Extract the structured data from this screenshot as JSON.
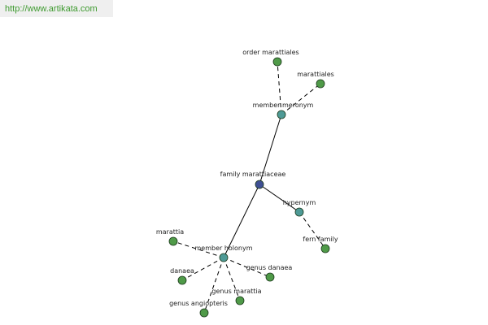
{
  "header": {
    "url_text": "http://www.artikata.com"
  },
  "colors": {
    "center": "#3f4f94",
    "relation": "#4e9a96",
    "leaf": "#4f9a48",
    "url_text": "#3d9a2e",
    "url_bg": "#efefef"
  },
  "graph": {
    "nodes": [
      {
        "id": "family-marattiaceae",
        "label": "family marattiaceae",
        "kind": "center"
      },
      {
        "id": "member-meronym",
        "label": "member meronym",
        "kind": "relation"
      },
      {
        "id": "order-marattiales",
        "label": "order marattiales",
        "kind": "leaf"
      },
      {
        "id": "marattiales",
        "label": "marattiales",
        "kind": "leaf"
      },
      {
        "id": "hypernym",
        "label": "hypernym",
        "kind": "relation"
      },
      {
        "id": "fern-family",
        "label": "fern family",
        "kind": "leaf"
      },
      {
        "id": "member-holonym",
        "label": "member holonym",
        "kind": "relation"
      },
      {
        "id": "marattia",
        "label": "marattia",
        "kind": "leaf"
      },
      {
        "id": "danaea",
        "label": "danaea",
        "kind": "leaf"
      },
      {
        "id": "genus-danaea",
        "label": "genus danaea",
        "kind": "leaf"
      },
      {
        "id": "genus-marattia",
        "label": "genus marattia",
        "kind": "leaf"
      },
      {
        "id": "genus-angiopteris",
        "label": "genus angiopteris",
        "kind": "leaf"
      }
    ],
    "edges": [
      {
        "from": "family-marattiaceae",
        "to": "member-meronym",
        "style": "solid"
      },
      {
        "from": "family-marattiaceae",
        "to": "hypernym",
        "style": "solid"
      },
      {
        "from": "family-marattiaceae",
        "to": "member-holonym",
        "style": "solid"
      },
      {
        "from": "member-meronym",
        "to": "order-marattiales",
        "style": "dashed"
      },
      {
        "from": "member-meronym",
        "to": "marattiales",
        "style": "dashed"
      },
      {
        "from": "hypernym",
        "to": "fern-family",
        "style": "dashed"
      },
      {
        "from": "member-holonym",
        "to": "marattia",
        "style": "dashed"
      },
      {
        "from": "member-holonym",
        "to": "danaea",
        "style": "dashed"
      },
      {
        "from": "member-holonym",
        "to": "genus-danaea",
        "style": "dashed"
      },
      {
        "from": "member-holonym",
        "to": "genus-marattia",
        "style": "dashed"
      },
      {
        "from": "member-holonym",
        "to": "genus-angiopteris",
        "style": "dashed"
      }
    ]
  }
}
